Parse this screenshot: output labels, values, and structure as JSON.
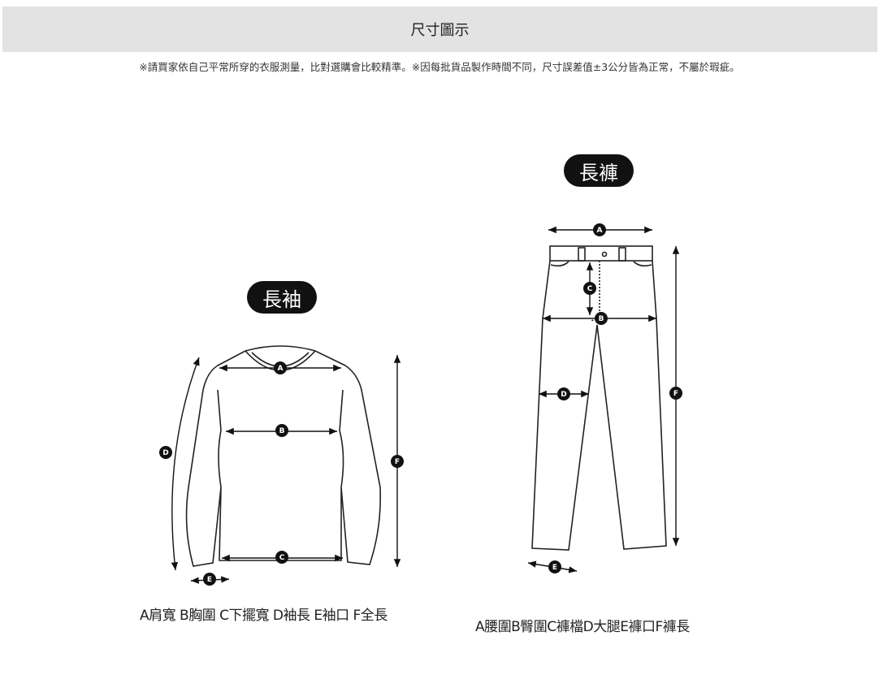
{
  "header": {
    "title": "尺寸圖示"
  },
  "note": "※請買家依自己平常所穿的衣服測量，比對選購會比較精準。※因每批貨品製作時間不同，尺寸誤差值±3公分皆為正常，不屬於瑕疵。",
  "shirt": {
    "badge": "長袖",
    "markers": {
      "a": "A",
      "b": "B",
      "c": "C",
      "d": "D",
      "e": "E",
      "f": "F"
    },
    "caption": "A肩寬 B胸圍 C下擺寬 D袖長 E袖口 F全長"
  },
  "pants": {
    "badge": "長褲",
    "markers": {
      "a": "A",
      "b": "B",
      "c": "C",
      "d": "D",
      "e": "E",
      "f": "F"
    },
    "caption": "A腰圍B臀圍C褲檔D大腿E褲口F褲長"
  }
}
